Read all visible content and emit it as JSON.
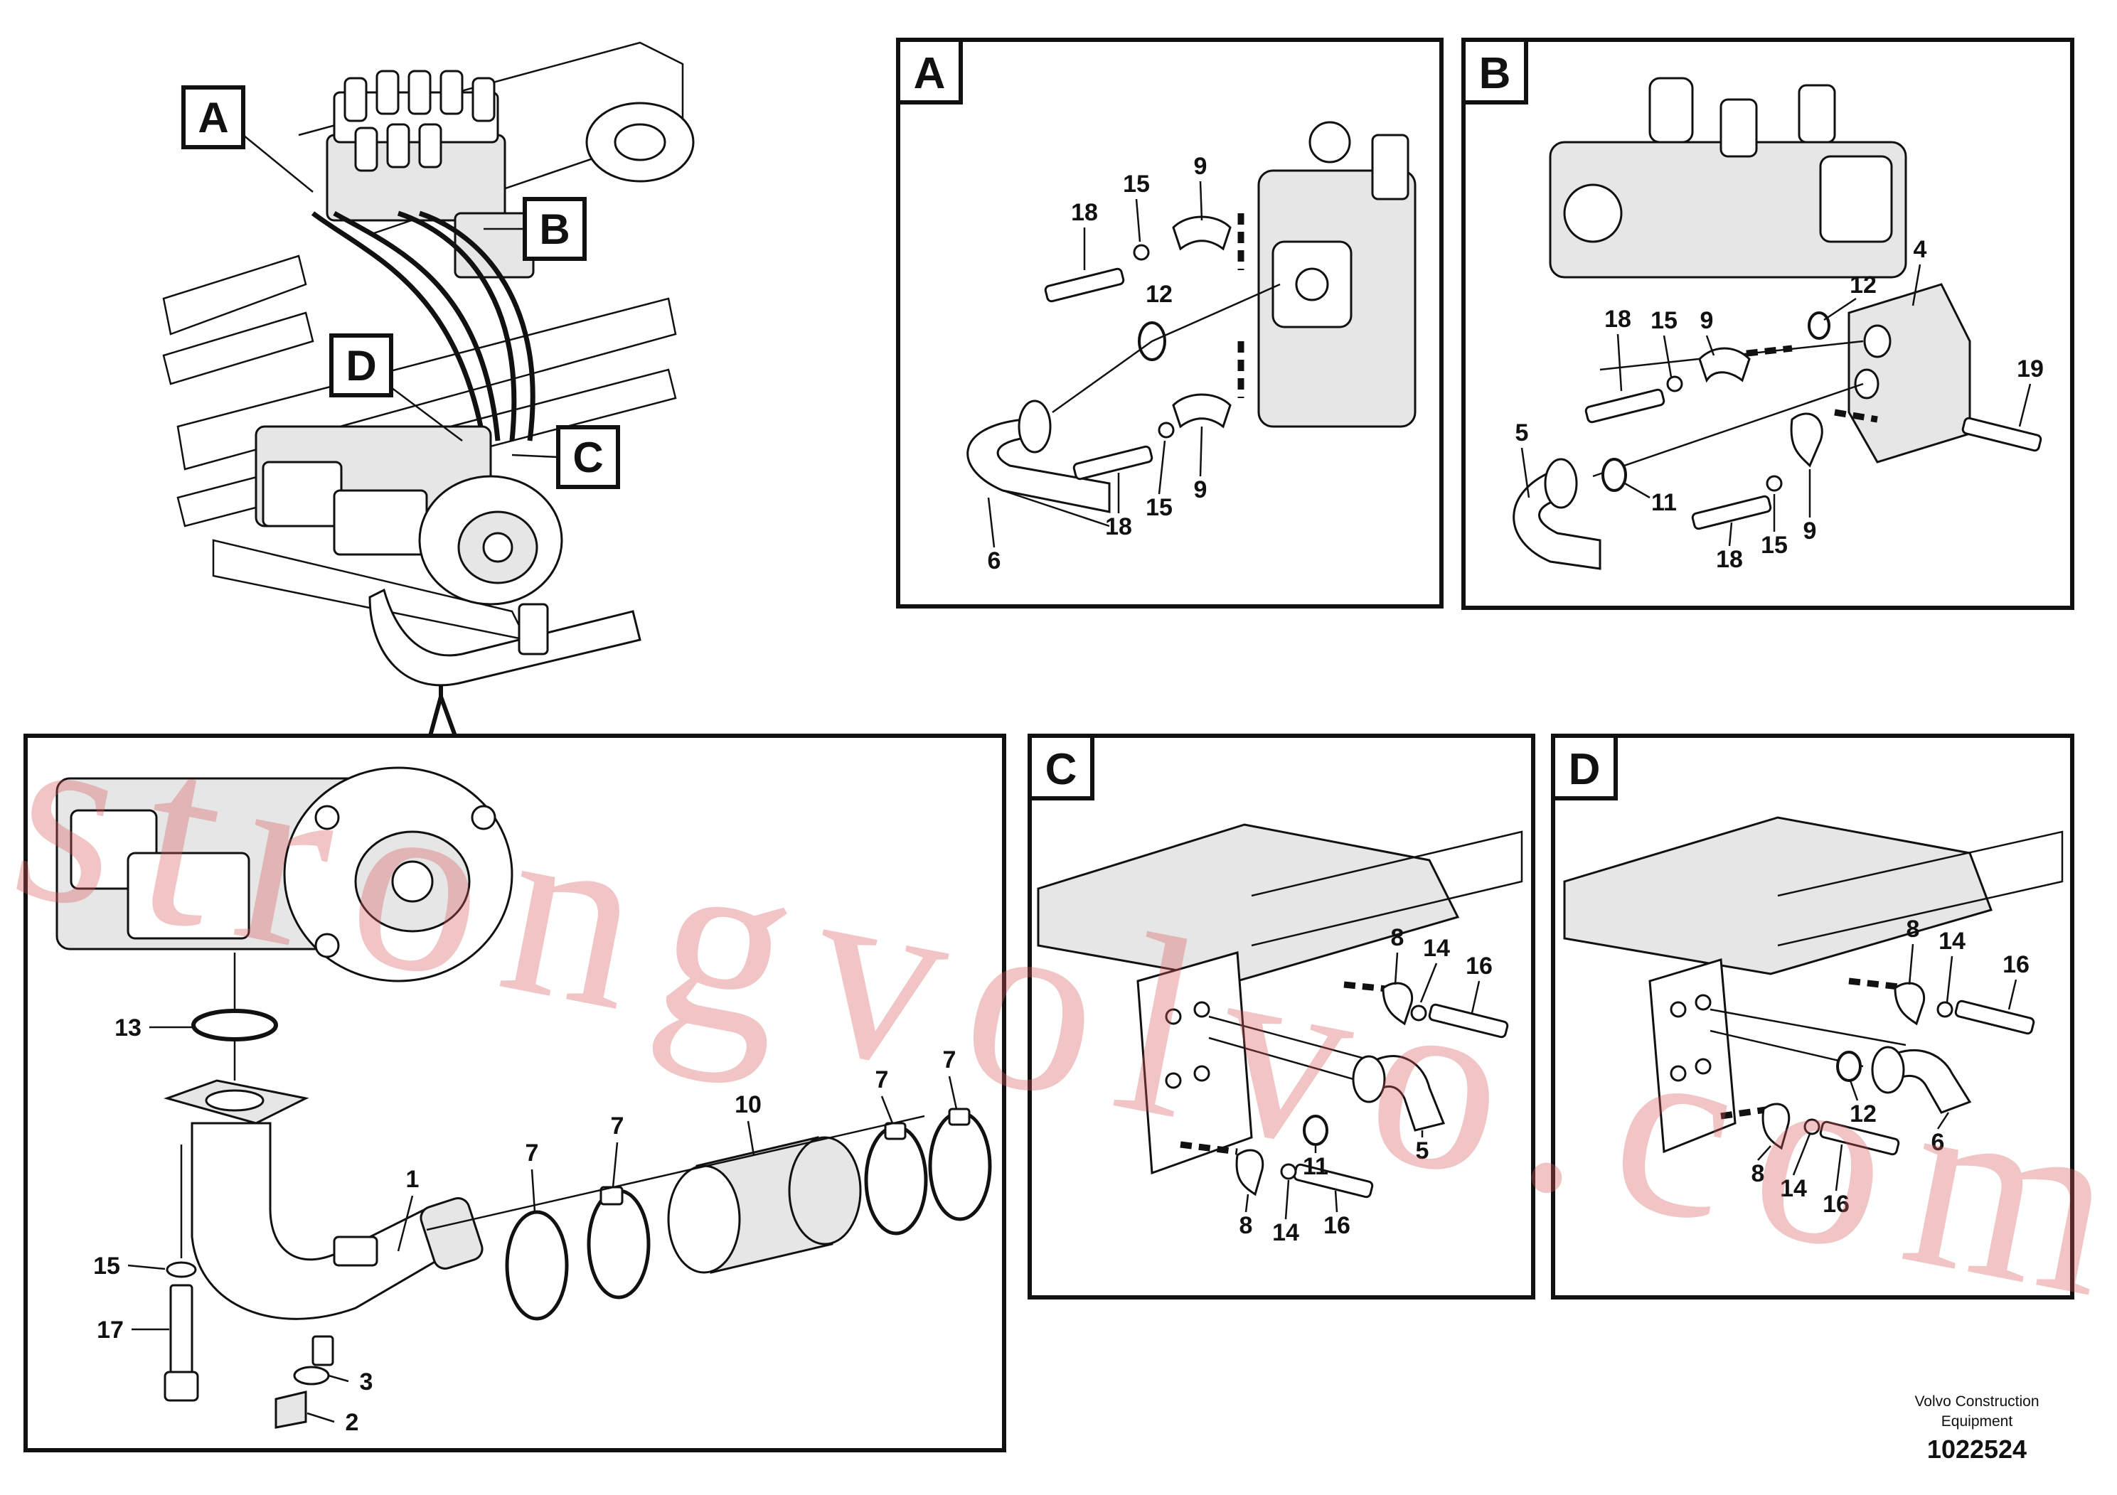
{
  "watermark": "strongvolvo.com",
  "publisher": {
    "line1": "Volvo Construction",
    "line2": "Equipment"
  },
  "document_number": "1022524",
  "overview": {
    "callouts": [
      "A",
      "B",
      "C",
      "D"
    ]
  },
  "detail_panels": {
    "A": {
      "letter": "A",
      "labels": [
        "18",
        "15",
        "9",
        "12",
        "18",
        "15",
        "9",
        "6"
      ]
    },
    "B": {
      "letter": "B",
      "labels": [
        "4",
        "12",
        "18",
        "15",
        "9",
        "19",
        "5",
        "11",
        "18",
        "15",
        "9"
      ]
    },
    "C": {
      "letter": "C",
      "labels": [
        "8",
        "14",
        "16",
        "11",
        "5",
        "8",
        "14",
        "16"
      ]
    },
    "D": {
      "letter": "D",
      "labels": [
        "8",
        "14",
        "16",
        "12",
        "6",
        "8",
        "14",
        "16"
      ]
    }
  },
  "pump_detail": {
    "labels": [
      "13",
      "15",
      "17",
      "3",
      "2",
      "1",
      "7",
      "7",
      "10",
      "7",
      "7"
    ]
  }
}
